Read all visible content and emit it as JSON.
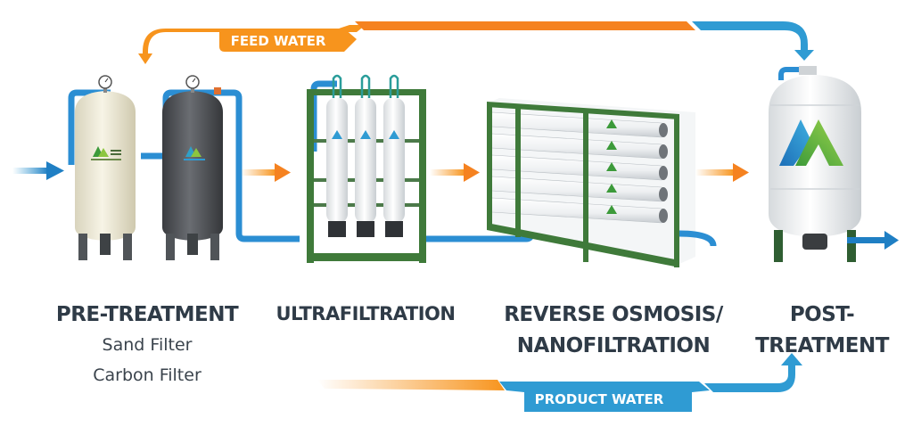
{
  "flows": {
    "feed_water": "FEED WATER",
    "product_water": "PRODUCT WATER"
  },
  "stages": [
    {
      "title": "PRE-TREATMENT",
      "items": [
        "Sand Filter",
        "Carbon Filter"
      ]
    },
    {
      "title": "ULTRAFILTRATION"
    },
    {
      "title_line1": "REVERSE OSMOSIS/",
      "title_line2": "NANOFILTRATION"
    },
    {
      "title_line1": "POST-",
      "title_line2": "TREATMENT"
    }
  ],
  "colors": {
    "orange": "#f7941d",
    "blue": "#2f9bd3",
    "frame_green": "#3f7a3a",
    "text": "#2f3b47",
    "sand_tank": "#ece8d6",
    "carbon_tank": "#4a4d52"
  },
  "icons": [
    "arrow-right-icon",
    "pressure-gauge-icon",
    "brand-logo-icon"
  ]
}
